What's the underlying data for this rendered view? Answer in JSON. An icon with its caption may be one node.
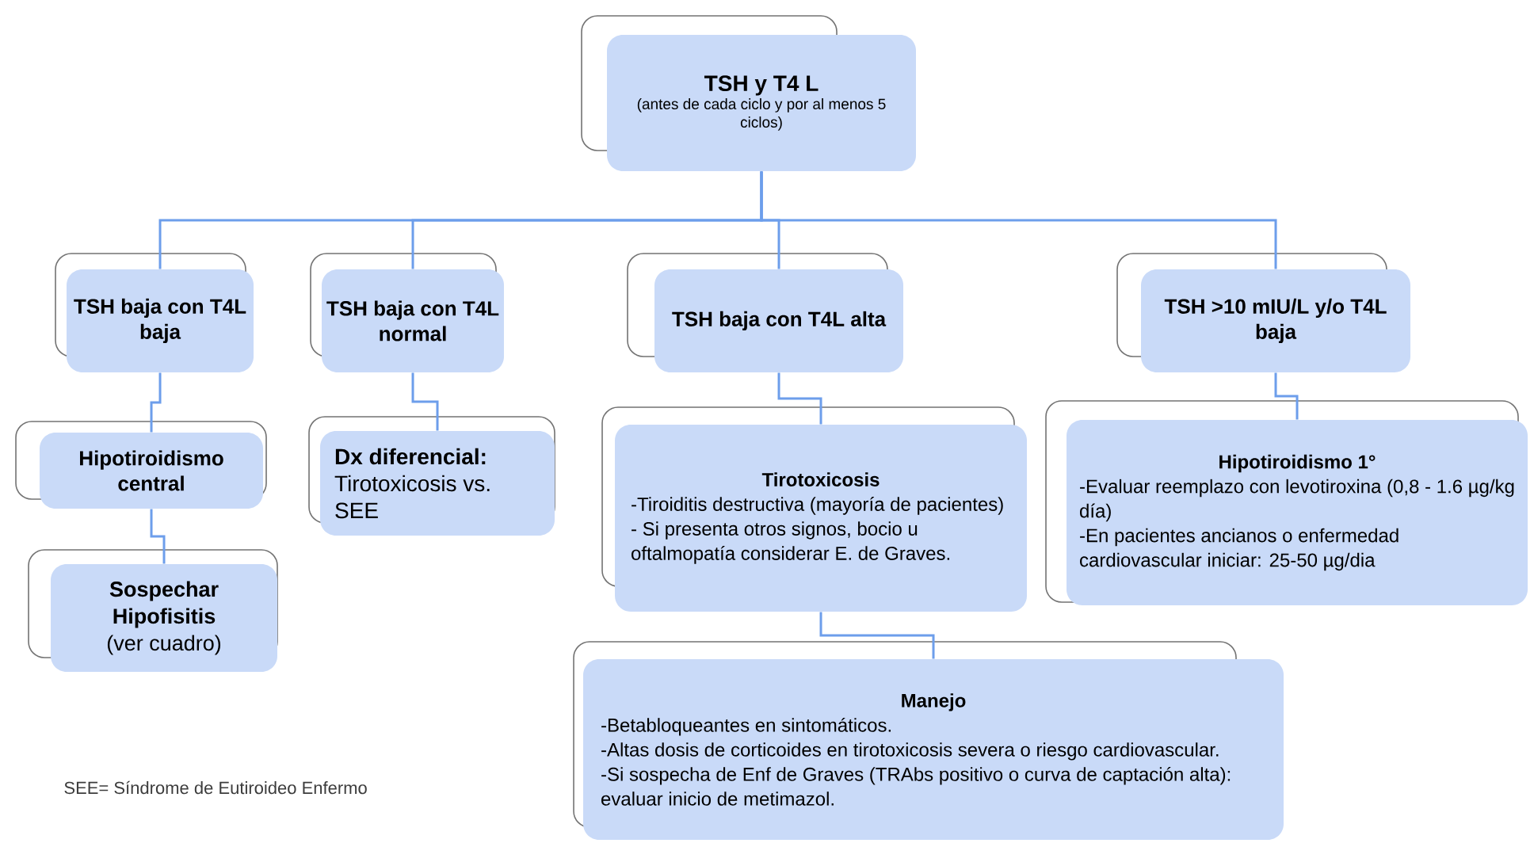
{
  "diagram": {
    "nodes": [
      {
        "text": [
          "TSH y T4 L",
          "(antes de cada ciclo y por al menos 5 ciclos)"
        ]
      },
      {
        "text": [
          "TSH baja con T4L baja"
        ]
      },
      {
        "text": [
          "TSH baja con T4L normal"
        ]
      },
      {
        "text": [
          "TSH baja con T4L alta"
        ]
      },
      {
        "text": [
          "TSH >10 mIU/L y/o T4L baja"
        ]
      },
      {
        "text": [
          "Hipotiroidismo central"
        ]
      },
      {
        "text": [
          "Dx diferencial:",
          "Tirotoxicosis vs. SEE"
        ]
      },
      {
        "text": [
          "Sospechar Hipofisitis",
          "(ver cuadro)"
        ]
      },
      {
        "text": [
          "Tirotoxicosis",
          "-Tiroiditis destructiva (mayoría de pacientes)",
          "- Si presenta otros signos, bocio u oftalmopatía considerar E. de Graves."
        ]
      },
      {
        "text": [
          "Hipotiroidismo 1°",
          "-Evaluar reemplazo con levotiroxina (0,8 - 1.6 µg/kg día)",
          "-En pacientes ancianos o enfermedad cardiovascular iniciar: 25-50 µg/dia"
        ]
      },
      {
        "text": [
          "Manejo",
          "-Betabloqueantes en sintomáticos.",
          "-Altas dosis de corticoides en tirotoxicosis severa o riesgo cardiovascular.",
          "-Si sospecha de Enf de Graves (TRAbs positivo o curva de captación alta): evaluar inicio de metimazol."
        ]
      }
    ],
    "edges": [
      {
        "from": 0,
        "to": 1,
        "arrow": "none"
      },
      {
        "from": 0,
        "to": 2,
        "arrow": "none"
      },
      {
        "from": 0,
        "to": 3,
        "arrow": "none"
      },
      {
        "from": 0,
        "to": 4,
        "arrow": "none"
      },
      {
        "from": 1,
        "to": 5,
        "arrow": "none"
      },
      {
        "from": 2,
        "to": 6,
        "arrow": "none"
      },
      {
        "from": 3,
        "to": 8,
        "arrow": "none"
      },
      {
        "from": 4,
        "to": 9,
        "arrow": "none"
      },
      {
        "from": 5,
        "to": 7,
        "arrow": "none"
      },
      {
        "from": 8,
        "to": 10,
        "arrow": "none"
      }
    ],
    "labels": [
      "SEE= Síndrome de Eutiroideo Enfermo"
    ]
  }
}
